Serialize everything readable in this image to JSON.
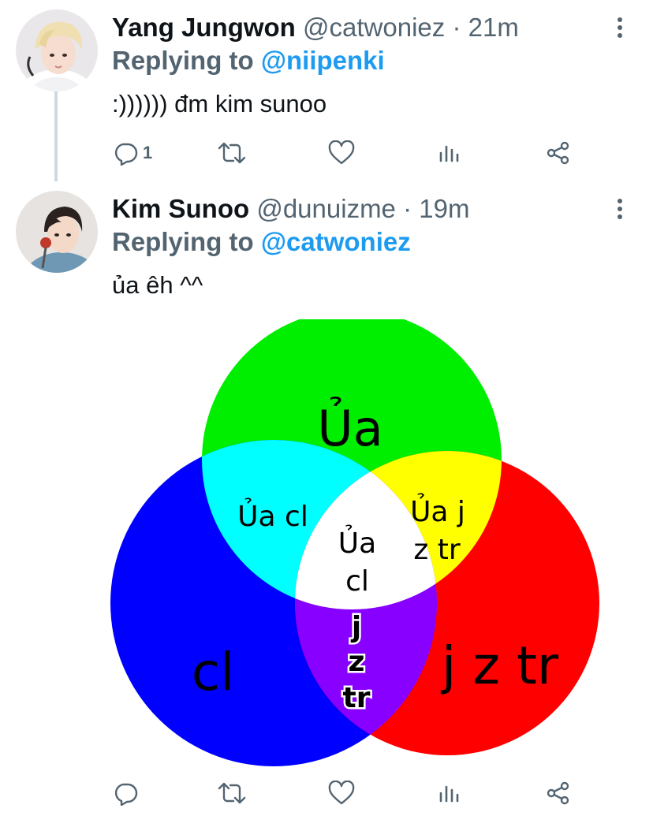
{
  "colors": {
    "text": "#0f1419",
    "secondary": "#536471",
    "mention": "#1d9bf0",
    "thread_line": "#cfd9de"
  },
  "tweets": [
    {
      "name": "Yang Jungwon",
      "handle": "@catwoniez",
      "separator": "·",
      "time": "21m",
      "replying_prefix": "Replying to ",
      "replying_to": "@niipenki",
      "text": ":)))))) đm kim sunoo",
      "reply_count": "1",
      "icons": [
        "reply-icon",
        "retweet-icon",
        "like-icon",
        "analytics-icon",
        "share-icon",
        "more-icon"
      ]
    },
    {
      "name": "Kim Sunoo",
      "handle": "@dunuizme",
      "separator": "·",
      "time": "19m",
      "replying_prefix": "Replying to ",
      "replying_to": "@catwoniez",
      "text": "ủa êh ^^",
      "reply_count": "",
      "icons": [
        "reply-icon",
        "retweet-icon",
        "like-icon",
        "analytics-icon",
        "share-icon",
        "more-icon"
      ]
    }
  ],
  "venn": {
    "circle_top_label": "Ủa",
    "circle_left_label": "cl",
    "circle_right_label": "j z tr",
    "top_left_label": "Ủa cl",
    "top_right_label_line1": "Ủa j",
    "top_right_label_line2": "z tr",
    "center_line1": "Ủa",
    "center_line2": "cl",
    "bottom_line1": "j",
    "bottom_line2": "z",
    "bottom_line3": "tr",
    "colors": {
      "top": "#00ee00",
      "left": "#0000ff",
      "right": "#ff0000",
      "top_left": "#00ffff",
      "top_right": "#ffff00",
      "left_right": "#8800ff",
      "center": "#ffffff"
    }
  }
}
